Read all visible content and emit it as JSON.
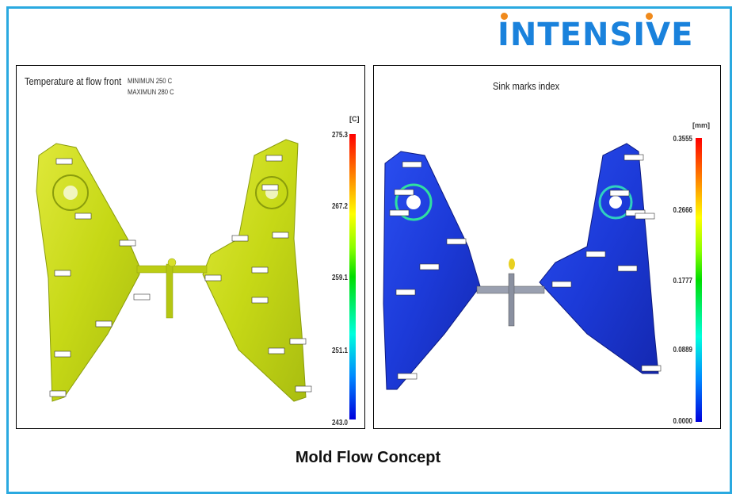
{
  "logo": {
    "text": "INTENSIVE",
    "color": "#1a82dc",
    "dot_color": "#f08a1c"
  },
  "left_panel": {
    "title": "Temperature at flow front",
    "min_note": "MINIMUN 250 C",
    "max_note": "MAXIMUN 280 C",
    "unit": "[C]",
    "scale_ticks": [
      "275.3",
      "267.2",
      "259.1",
      "251.1",
      "243.0"
    ]
  },
  "right_panel": {
    "title": "Sink marks index",
    "unit": "[mm]",
    "scale_ticks": [
      "0.3555",
      "0.2666",
      "0.1777",
      "0.0889",
      "0.0000"
    ]
  },
  "caption": "Mold Flow Concept",
  "colors": {
    "border": "#2aa9e0",
    "part_temp": "#c8dc14",
    "part_sink": "#1c3ad8"
  }
}
